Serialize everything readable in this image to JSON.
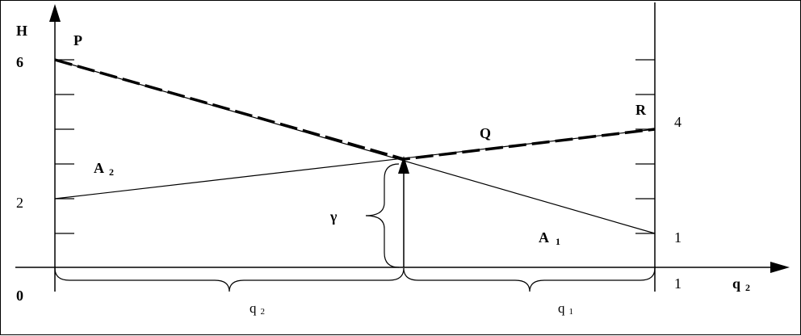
{
  "labels": {
    "y_axis": "H",
    "x_axis": "q",
    "x_axis_sub": "2",
    "origin": "0",
    "left_6": "6",
    "left_2": "2",
    "right_4": "4",
    "right_1_top": "1",
    "right_1_bottom": "1",
    "point_p": "P",
    "point_q": "Q",
    "point_r": "R",
    "region_a2": "A",
    "region_a2_sub": "2",
    "region_a1": "A",
    "region_a1_sub": "1",
    "gamma": "γ",
    "brace_left": "q",
    "brace_left_sub": "2",
    "brace_right": "q",
    "brace_right_sub": "1"
  }
}
